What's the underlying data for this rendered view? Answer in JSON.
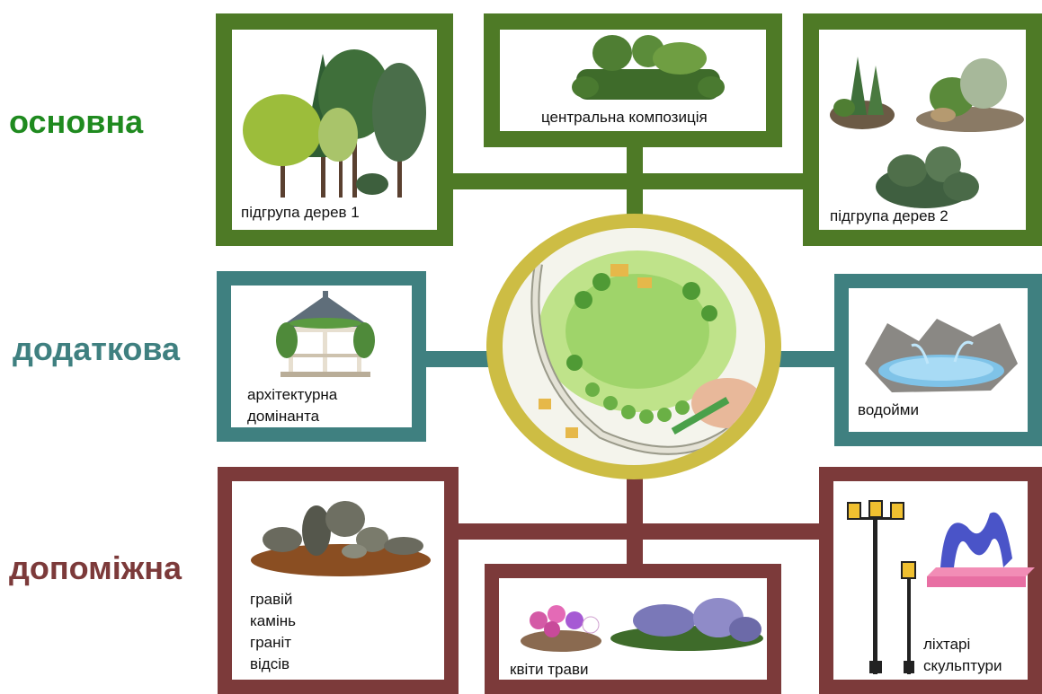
{
  "colors": {
    "primary": "#4e7a26",
    "secondary": "#3f8080",
    "auxiliary": "#7c3a3a",
    "hub": "#cdbd44"
  },
  "categories": {
    "main": "основна",
    "additional": "додаткова",
    "auxiliary": "допоміжна"
  },
  "cards": {
    "tree_group_1": "підгрупа дерев 1",
    "central": "центральна композиція",
    "tree_group_2": "підгрупа дерев 2",
    "arch": "архітектурна\nдомінанта",
    "water": "водойми",
    "stones": "гравій\nкамінь\nграніт\nвідсів",
    "flowers": "квіти   трави",
    "lamps": "ліхтарі\nскульптури"
  },
  "icons": {
    "trees": "trees-icon",
    "hedge": "hedge-icon",
    "gazebo": "gazebo-icon",
    "pond": "pond-icon",
    "rocks": "rocks-icon",
    "flowerbed": "flowerbed-icon",
    "lamp": "street-lamp-icon",
    "sculpture": "sculpture-icon",
    "plan": "landscape-plan-icon"
  }
}
